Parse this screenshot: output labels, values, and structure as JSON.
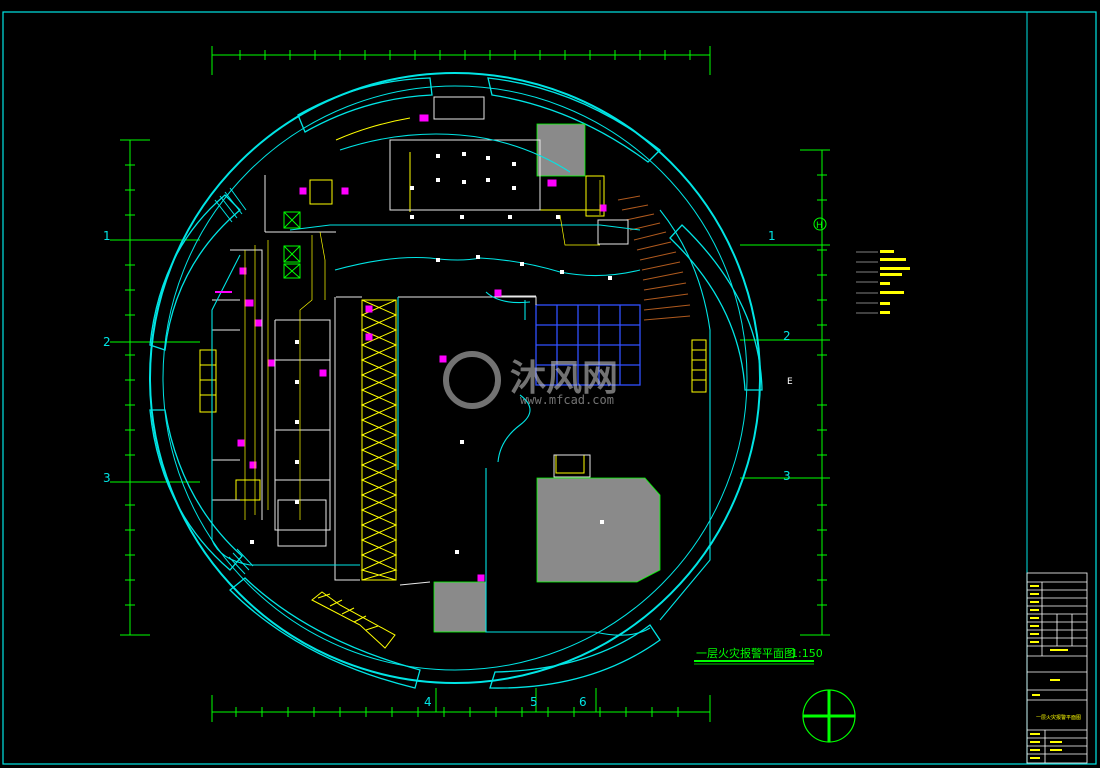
{
  "drawing": {
    "title": "一层火灾报警平面图",
    "scale": "1:150",
    "watermark_brand": "沐风网",
    "watermark_url": "www.mfcad.com"
  },
  "axis_labels": {
    "rows_left": [
      "1",
      "2",
      "3"
    ],
    "rows_right": [
      "1",
      "2",
      "3"
    ],
    "right_markers": [
      "H",
      "E"
    ],
    "bottom": [
      "4",
      "5",
      "6"
    ]
  },
  "title_block": {
    "drawing_name": "一层火灾报警平面图"
  },
  "colors": {
    "cyan": "#00e5e5",
    "green": "#00ff00",
    "yellow": "#ffff00",
    "magenta": "#ff00ff",
    "white": "#ffffff",
    "gray": "#8a8a8a",
    "blue_grid": "#3050ff",
    "brown": "#b05a1e"
  }
}
